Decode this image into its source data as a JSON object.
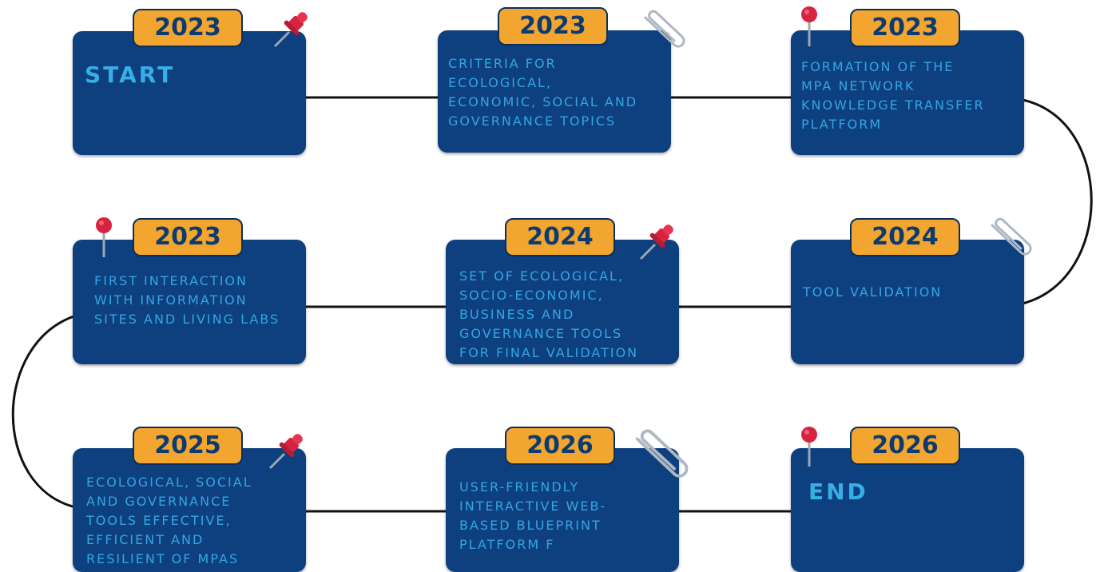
{
  "cards": [
    {
      "year": "2023",
      "title": "START",
      "text": ""
    },
    {
      "year": "2023",
      "title": "",
      "text": " CRITERIA FOR\nECOLOGICAL,\nECONOMIC, SOCIAL AND\nGOVERNANCE TOPICS"
    },
    {
      "year": "2023",
      "title": "",
      "text": "FORMATION OF THE\nMPA NETWORK\nKNOWLEDGE TRANSFER\nPLATFORM"
    },
    {
      "year": "2023",
      "title": "",
      "text": "FIRST INTERACTION\nWITH INFORMATION\nSITES AND LIVING LABS"
    },
    {
      "year": "2024",
      "title": "",
      "text": "SET OF ECOLOGICAL,\nSOCIO-ECONOMIC,\nBUSINESS AND\nGOVERNANCE TOOLS\nFOR FINAL VALIDATION"
    },
    {
      "year": "2024",
      "title": "",
      "text": "TOOL VALIDATION"
    },
    {
      "year": "2025",
      "title": "",
      "text": "ECOLOGICAL, SOCIAL\nAND GOVERNANCE\nTOOLS  EFFECTIVE,\nEFFICIENT AND\nRESILIENT  OF MPAS"
    },
    {
      "year": "2026",
      "title": "",
      "text": "USER-FRIENDLY\nINTERACTIVE WEB-\nBASED BLUEPRINT\nPLATFORM F"
    },
    {
      "year": "2026",
      "title": "END",
      "text": ""
    }
  ],
  "decorations": {
    "card1": "pushpin-icon",
    "card2": "paperclip-icon",
    "card3": "round-pin-icon",
    "card4": "round-pin-icon",
    "card5": "pushpin-icon",
    "card6": "paperclip-icon",
    "card7": "pushpin-icon",
    "card8": "paperclip-icon",
    "card9": "round-pin-icon"
  },
  "colors": {
    "card": "#0e3f7e",
    "year_badge": "#f3a62f",
    "text": "#33a6e3",
    "connector": "#000000"
  }
}
